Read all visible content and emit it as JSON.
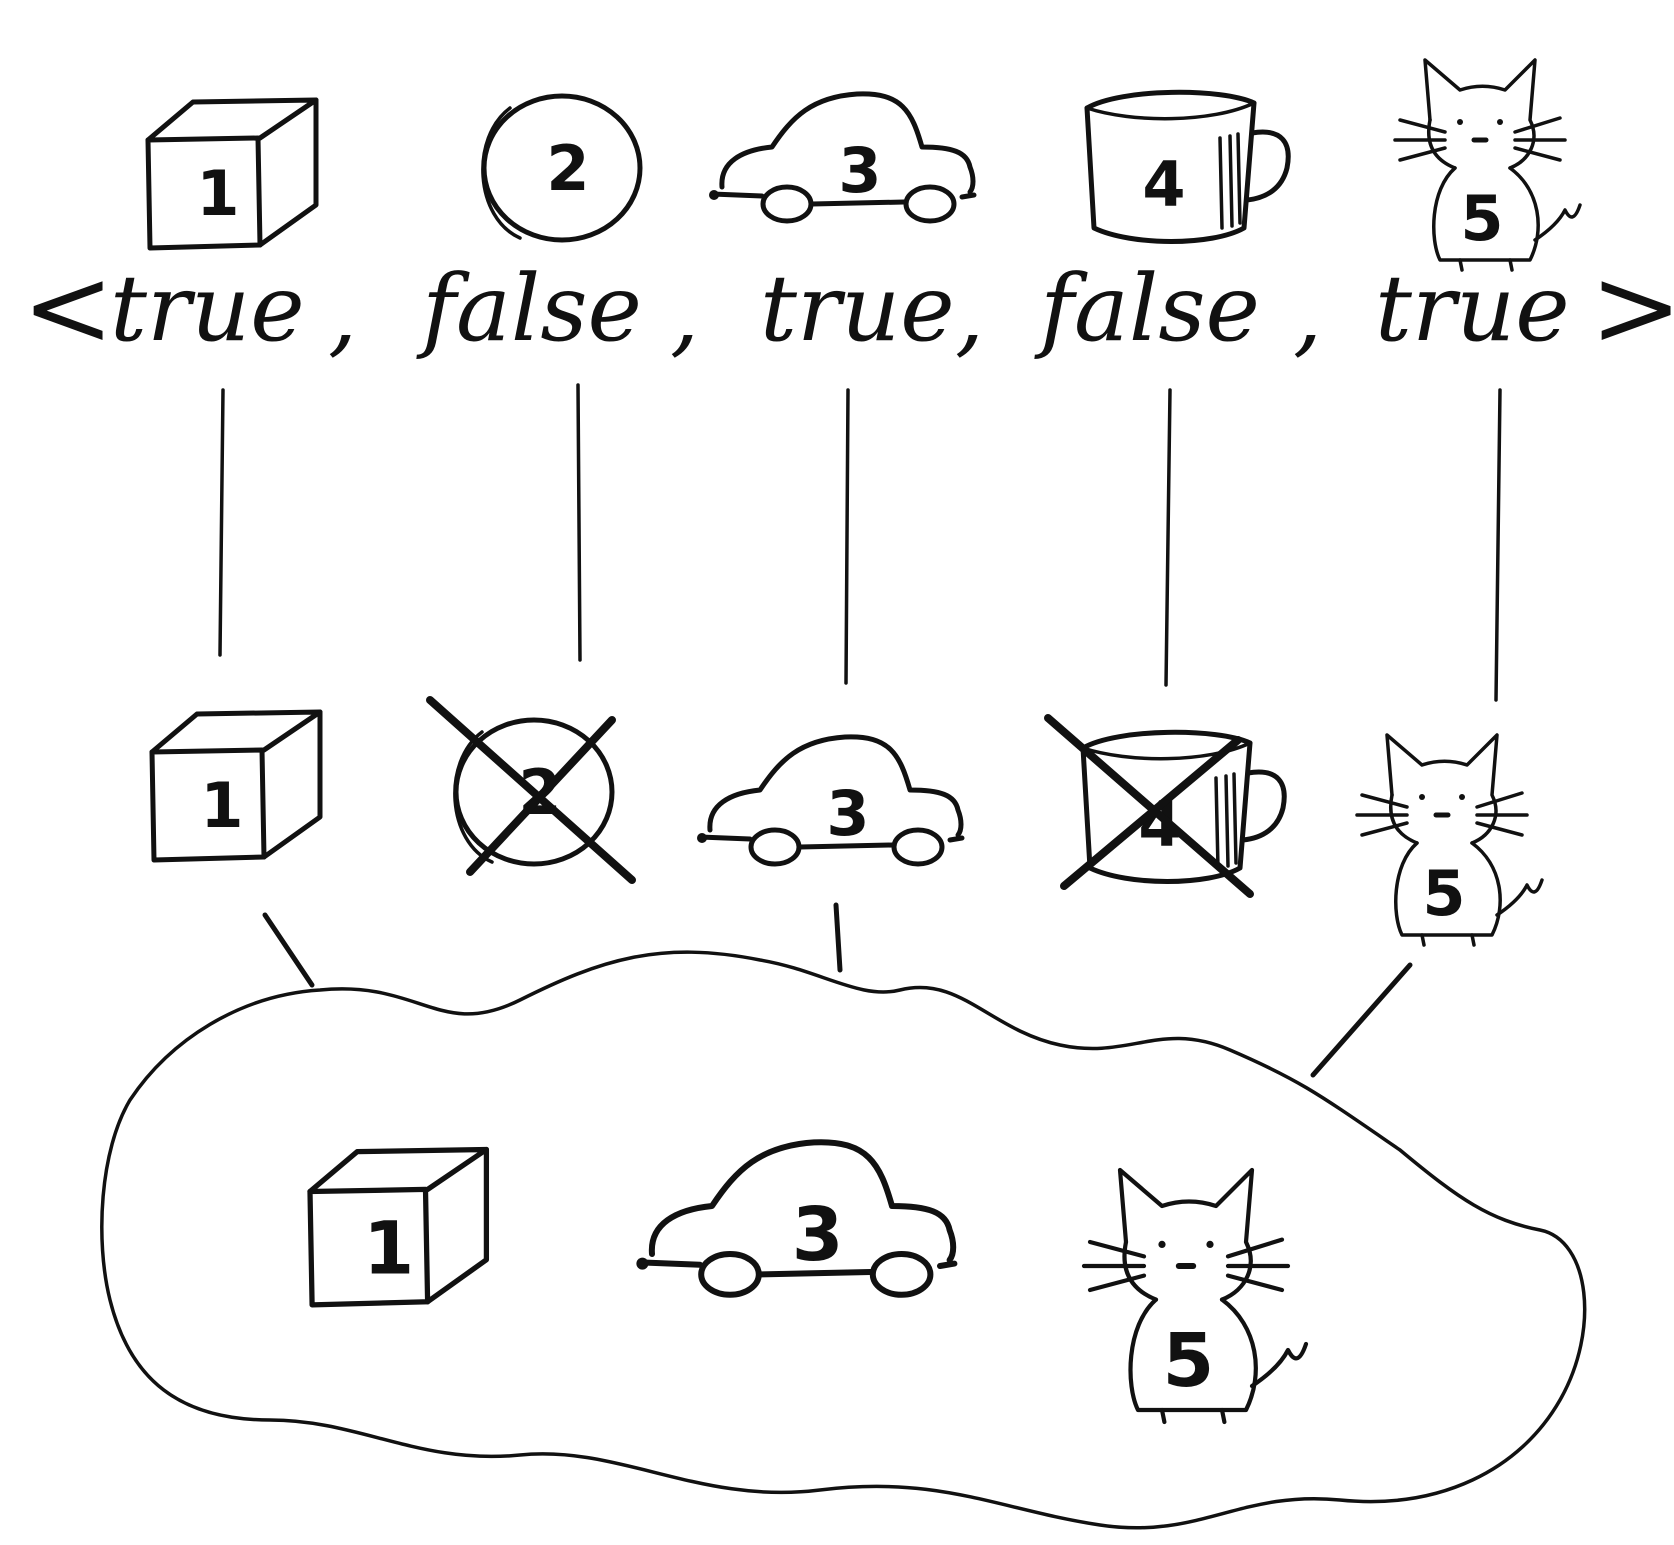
{
  "items": [
    {
      "kind": "cube",
      "number": "1",
      "flag": "true"
    },
    {
      "kind": "ball",
      "number": "2",
      "flag": "false"
    },
    {
      "kind": "car",
      "number": "3",
      "flag": "true"
    },
    {
      "kind": "mug",
      "number": "4",
      "flag": "false"
    },
    {
      "kind": "cat",
      "number": "5",
      "flag": "true"
    }
  ],
  "vector": {
    "open": "<",
    "separator": ",",
    "close": ">"
  }
}
